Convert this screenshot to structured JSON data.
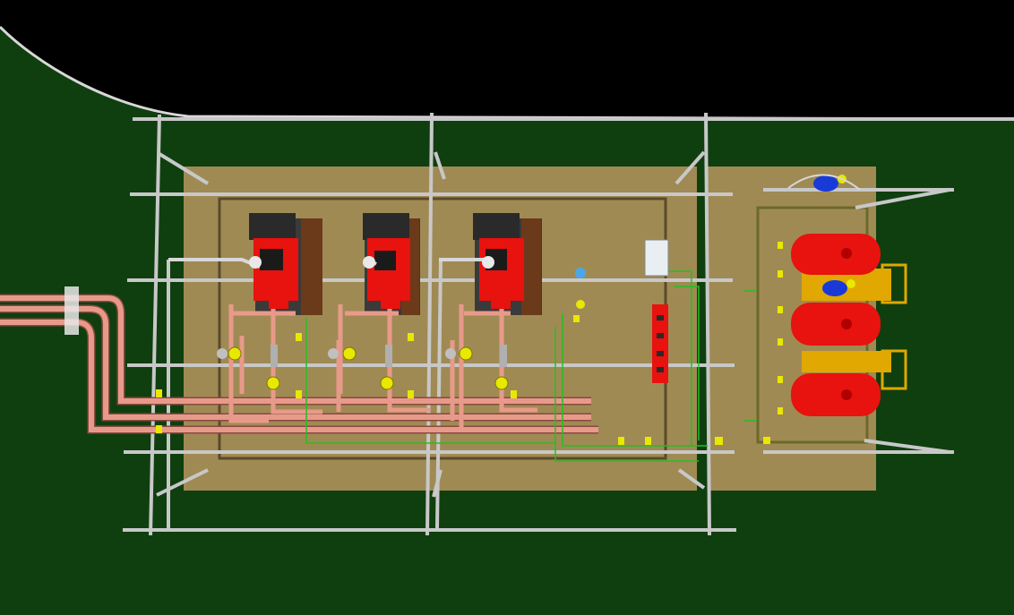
{
  "scene": {
    "kind": "3d-plant-layout-topview",
    "colors": {
      "ground": "#0f3f0f",
      "sky": "#000000",
      "platform": "#a08a54",
      "frame": "#c8c8c8",
      "boiler": "#e8120f",
      "pipe": "#e89a8a",
      "tank": "#e8120f",
      "pump": "#e0a800",
      "wire": "#22c022",
      "marker": "#e8e800"
    },
    "boilers": [
      {
        "id": "boiler-1"
      },
      {
        "id": "boiler-2"
      },
      {
        "id": "boiler-3"
      }
    ],
    "tanks": [
      {
        "id": "tank-1"
      },
      {
        "id": "tank-2"
      },
      {
        "id": "tank-3"
      }
    ]
  }
}
